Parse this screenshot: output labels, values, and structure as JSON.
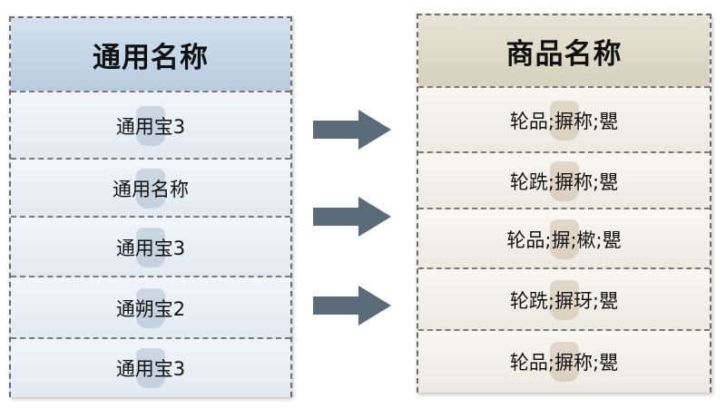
{
  "left": {
    "header": "通用名称",
    "rows": [
      "通用宝3",
      "通用名称",
      "通用宝3",
      "通朔宝2",
      "通用宝3"
    ]
  },
  "right": {
    "header": "商品名称",
    "rows": [
      "轮品;摒称;甖",
      "轮跣;摒称;甖",
      "轮品;摒;樕;甖",
      "轮跣;摒玡;甖",
      "轮品;摒称;甖"
    ]
  },
  "arrow_color": "#5b6b79"
}
